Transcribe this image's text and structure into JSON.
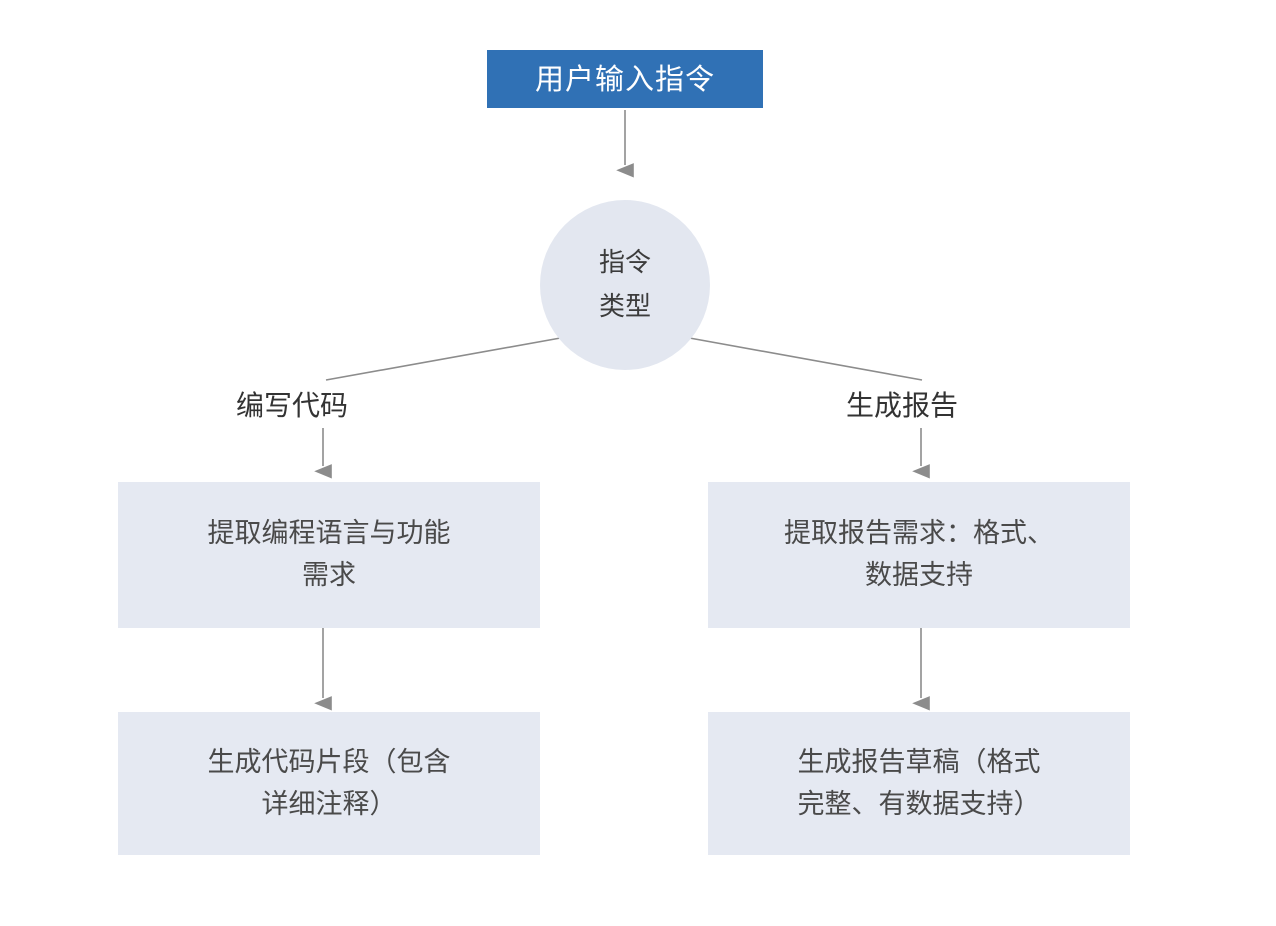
{
  "diagram": {
    "title_text": "用户输入指令",
    "background_color": "#ffffff",
    "accent_color": "#3071B5",
    "node_fill_color": "#E5E9F2",
    "edge_color": "#8C8C8C",
    "nodes": {
      "start": {
        "label": "用户输入指令",
        "shape": "rectangle",
        "fill": "#3071B5",
        "text_color": "#ffffff"
      },
      "decision": {
        "label": "指令\n类型",
        "shape": "circle",
        "fill": "#E3E7F0",
        "text_color": "#3C3C3C"
      },
      "left_step_1": {
        "label": "提取编程语言与功能\n需求",
        "shape": "rectangle",
        "fill": "#E5E9F2",
        "text_color": "#4A4A4A"
      },
      "left_step_2": {
        "label": "生成代码片段（包含\n详细注释）",
        "shape": "rectangle",
        "fill": "#E5E9F2",
        "text_color": "#4A4A4A"
      },
      "right_step_1": {
        "label": "提取报告需求：格式、\n数据支持",
        "shape": "rectangle",
        "fill": "#E5E9F2",
        "text_color": "#4A4A4A"
      },
      "right_step_2": {
        "label": "生成报告草稿（格式\n完整、有数据支持）",
        "shape": "rectangle",
        "fill": "#E5E9F2",
        "text_color": "#4A4A4A"
      }
    },
    "edge_labels": {
      "left_branch": "编写代码",
      "right_branch": "生成报告"
    }
  }
}
